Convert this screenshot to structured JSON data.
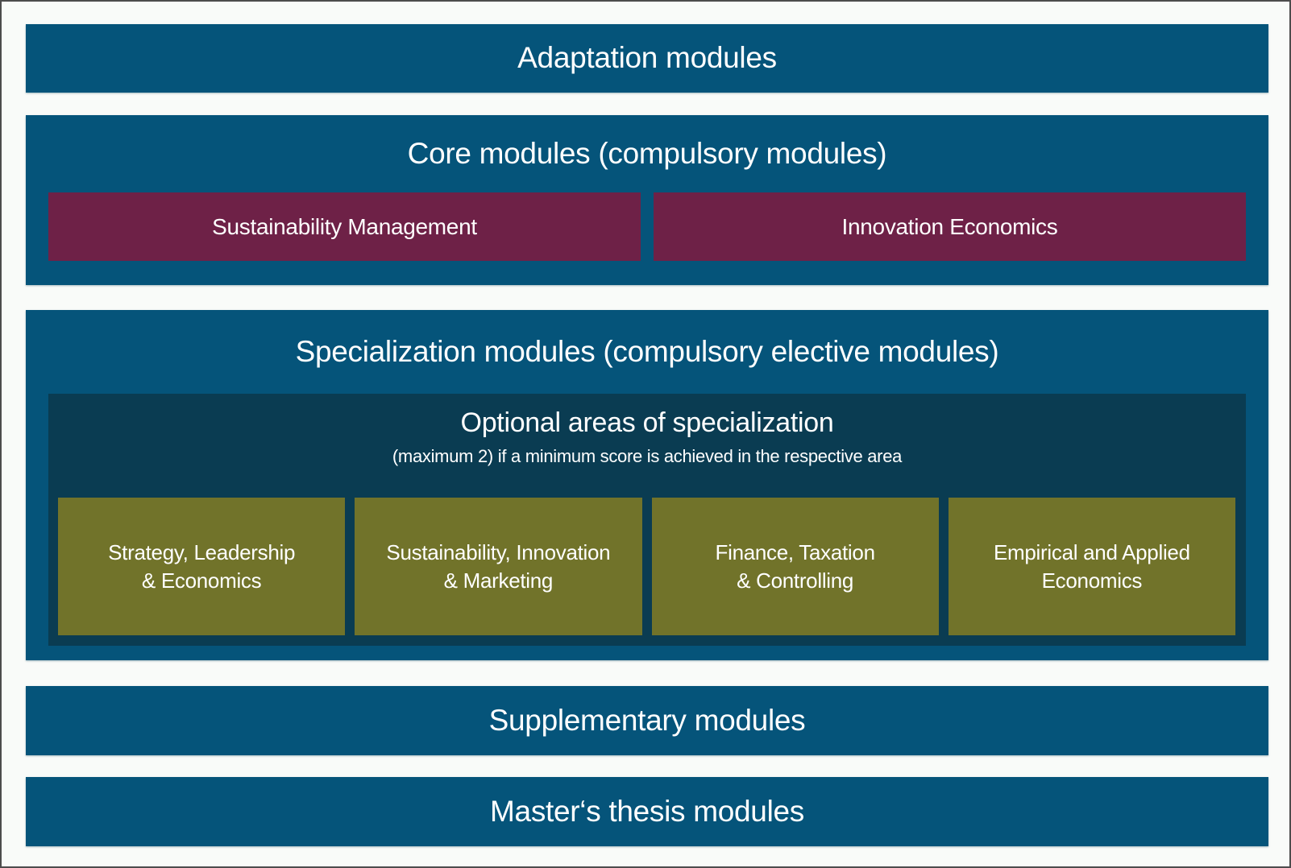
{
  "colors": {
    "bar_blue": "#05547a",
    "inner_navy": "#0a3c52",
    "maroon": "#6e2147",
    "olive": "#71732a",
    "background": "#f9fbf9",
    "frame_border": "#4d4d4d",
    "text": "#ffffff"
  },
  "sections": {
    "adaptation": {
      "label": "Adaptation modules"
    },
    "core": {
      "title": "Core modules (compulsory modules)",
      "modules": [
        {
          "label": "Sustainability Management"
        },
        {
          "label": "Innovation Economics"
        }
      ]
    },
    "specialization": {
      "title": "Specialization modules (compulsory elective modules)",
      "optional_areas": {
        "title": "Optional areas of specialization",
        "subtitle": "(maximum 2) if a minimum score is achieved in the respective area",
        "areas": [
          {
            "line1": "Strategy, Leadership",
            "line2": "& Economics"
          },
          {
            "line1": "Sustainability, Innovation",
            "line2": "& Marketing"
          },
          {
            "line1": "Finance, Taxation",
            "line2": "& Controlling"
          },
          {
            "line1": "Empirical and Applied",
            "line2": "Economics"
          }
        ]
      }
    },
    "supplementary": {
      "label": "Supplementary modules"
    },
    "thesis": {
      "label": "Master‘s thesis modules"
    }
  }
}
